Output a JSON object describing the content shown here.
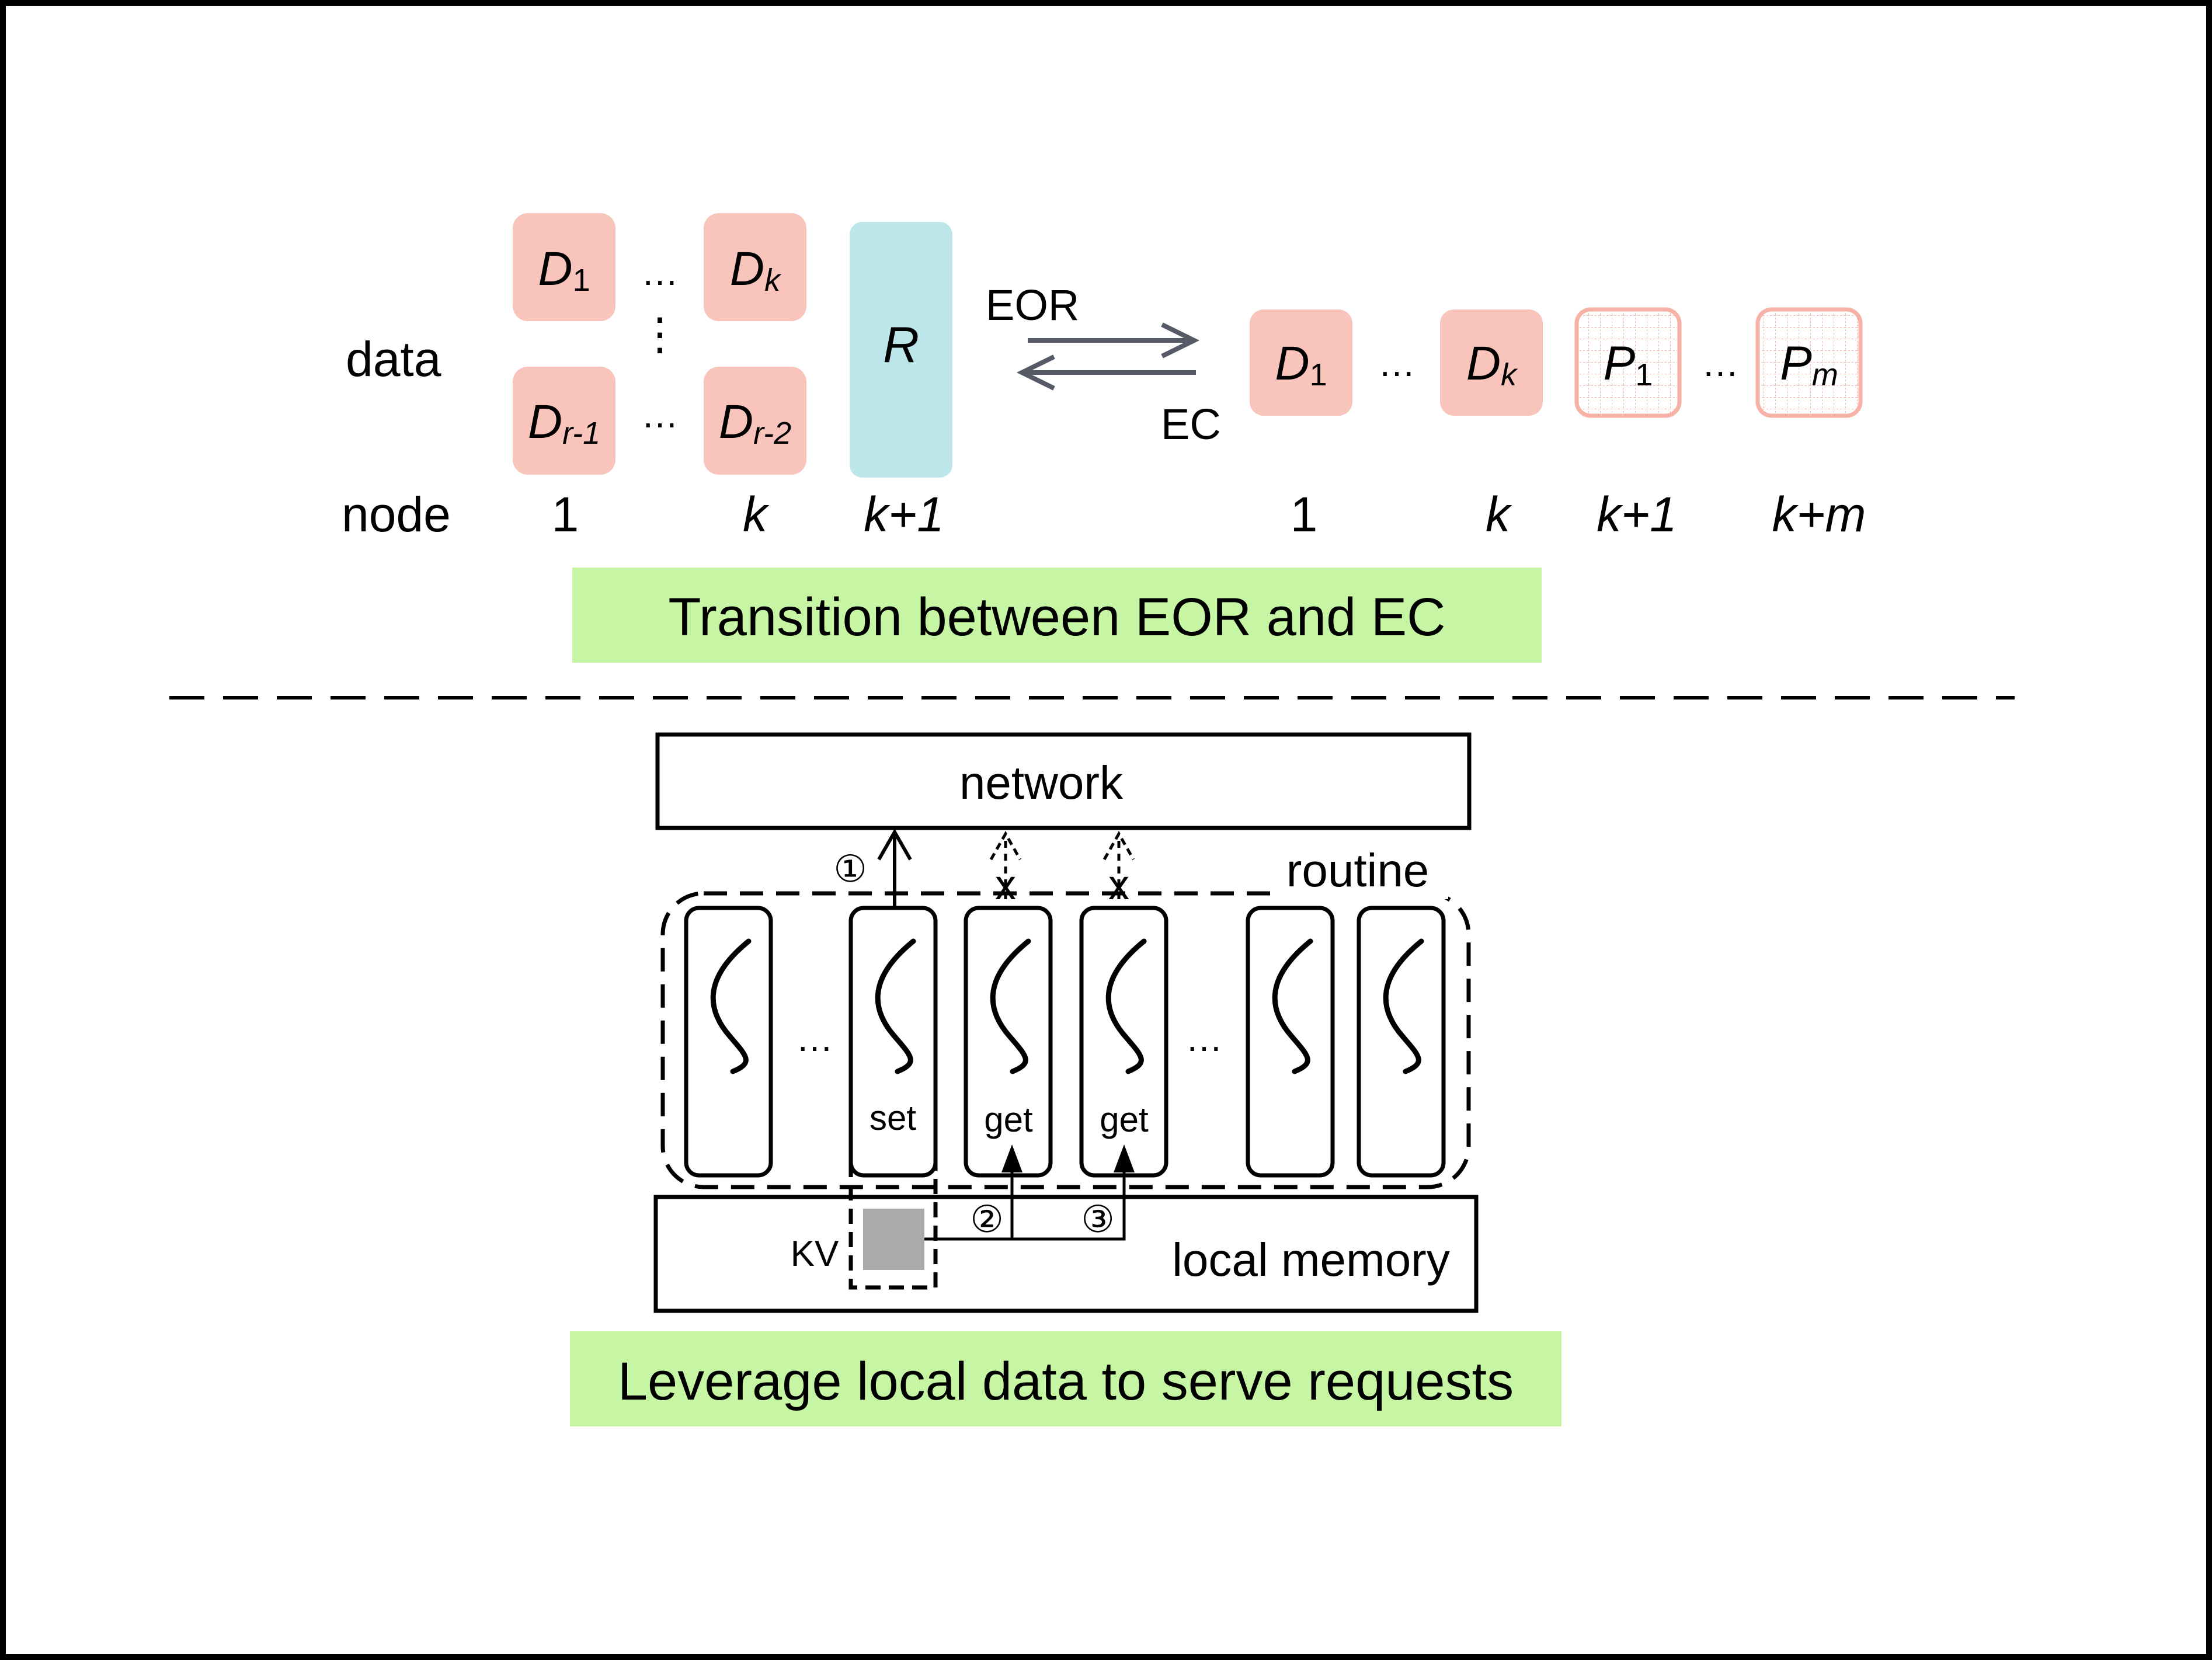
{
  "top": {
    "row_label_data": "data",
    "row_label_node": "node",
    "left_blocks": {
      "top_left": {
        "base": "D",
        "sub": "1"
      },
      "top_right": {
        "base": "D",
        "sub": "k"
      },
      "bottom_left": {
        "base": "D",
        "sub": "r-1"
      },
      "bottom_right": {
        "base": "D",
        "sub": "r-2"
      }
    },
    "replica_block": {
      "base": "R"
    },
    "arrow_forward_label": "EOR",
    "arrow_back_label": "EC",
    "right_blocks": [
      {
        "base": "D",
        "sub": "1",
        "kind": "data"
      },
      {
        "base": "D",
        "sub": "k",
        "kind": "data"
      },
      {
        "base": "P",
        "sub": "1",
        "kind": "parity"
      },
      {
        "base": "P",
        "sub": "m",
        "kind": "parity"
      }
    ],
    "nodes_left": [
      {
        "text": "1",
        "italic": false
      },
      {
        "text": "k",
        "italic": true
      },
      {
        "text": "k+1",
        "italic": true
      }
    ],
    "nodes_right": [
      {
        "text": "1",
        "italic": false
      },
      {
        "text": "k",
        "italic": true
      },
      {
        "text": "k+1",
        "italic": true
      },
      {
        "text": "k+m",
        "italic": true
      }
    ],
    "caption": "Transition between EOR and EC"
  },
  "bottom": {
    "network_label": "network",
    "routine_label": "routine",
    "set_label": "set",
    "get_label": "get",
    "kv_label": "KV",
    "memory_label": "local memory",
    "step1": "①",
    "step2": "②",
    "step3": "③",
    "blocked_mark": "x",
    "caption": "Leverage local data to serve requests"
  },
  "ellipsis": "…",
  "vellipsis": "⋮",
  "colors": {
    "data_block": "#f8c4bb",
    "replica_block": "#bde6ea",
    "parity_grid": "#f6b2a6",
    "caption_bg": "#c6f5a3",
    "arrow_gray": "#555a66",
    "kv_fill": "#a9abab"
  }
}
